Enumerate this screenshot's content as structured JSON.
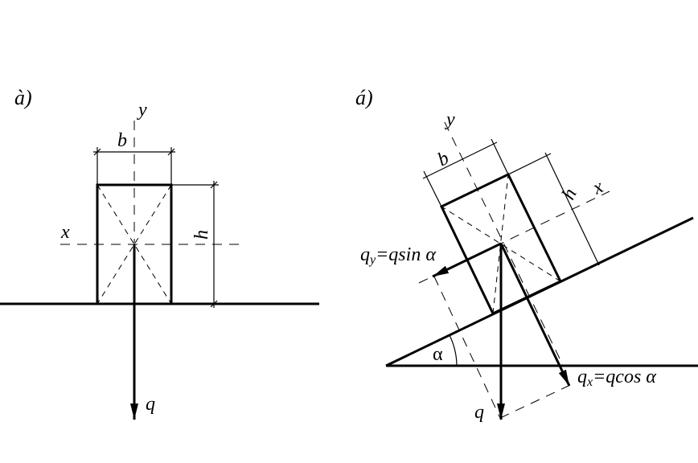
{
  "panel_a": {
    "tag": "à)",
    "axis_y": "y",
    "axis_x": "x",
    "dim_b": "b",
    "dim_h": "h",
    "force_q": "q"
  },
  "panel_b": {
    "tag": "á)",
    "axis_y": "y",
    "axis_x": "x",
    "dim_b": "b",
    "dim_h": "h",
    "force_q": "q",
    "qy_sub": "y",
    "qy_rest": "=qsin α",
    "qx_sub": "x",
    "qx_rest": "=qcos α",
    "angle": "α"
  }
}
